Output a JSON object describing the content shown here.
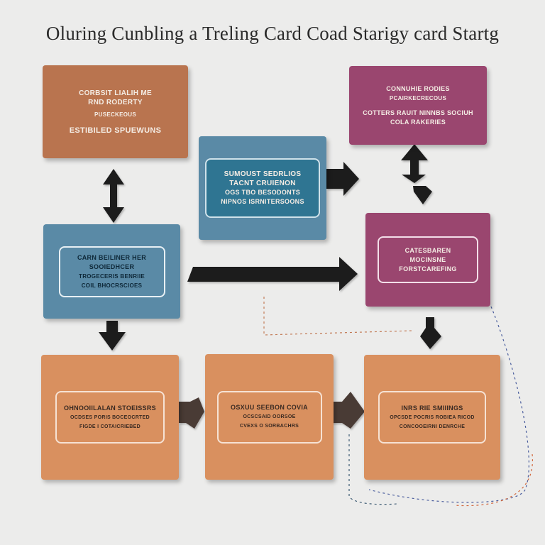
{
  "title": "Oluring Cunbling a Treling Card Coad Starigy card Startg",
  "colors": {
    "background": "#ececeb",
    "brown": "#b9744f",
    "plum": "#9a466f",
    "blue": "#5a8aa6",
    "tan": "#d9905f",
    "arrow": "#1e1e1e"
  },
  "cards": {
    "top_left": {
      "lines": [
        "CORBSIT LIALIH ME",
        "RND RODERTY"
      ],
      "sub": "PUSECKEOUS",
      "footer": "ESTIBILED SPUEWUNS"
    },
    "center_blue": {
      "lines": [
        "SUMOUST SEDRLIOS",
        "TACNT CRUIENON",
        "OGS TBO BESODONTS",
        "NIPNOS ISRNITERSOONS"
      ]
    },
    "top_right": {
      "lines": [
        "CONNUHIE RODIES",
        "PCAIRKECRECOUS",
        "COTTERS RAUIT NINNBS SOCIUH",
        "COLA RAKERIES"
      ]
    },
    "left_blue": {
      "lines": [
        "CARN BEILINER HER",
        "SOOIEDHCER",
        "TROGECERIS BENRIIE",
        "COIL BHOCRSCIOES"
      ]
    },
    "right_plum": {
      "lines": [
        "CATESBAREN",
        "MOCINSNE",
        "FORSTCAREFING"
      ]
    },
    "bottom_left": {
      "lines": [
        "OHNOOIILALAN STOEISSRS",
        "OCDSES PORIS BOCEOCRTED",
        "FIGDE I COTAICRIEBED"
      ]
    },
    "bottom_mid": {
      "lines": [
        "OSXUU SEEBON COVIA",
        "OCSCSAID OORSOE",
        "CVEXS O SORBACHRS"
      ]
    },
    "bottom_right": {
      "lines": [
        "INRS RIE SMIIINGS",
        "OPCSDE POCRIS ROBIEA RICOD",
        "CONCOOEIRNI DENRCHE"
      ]
    }
  }
}
